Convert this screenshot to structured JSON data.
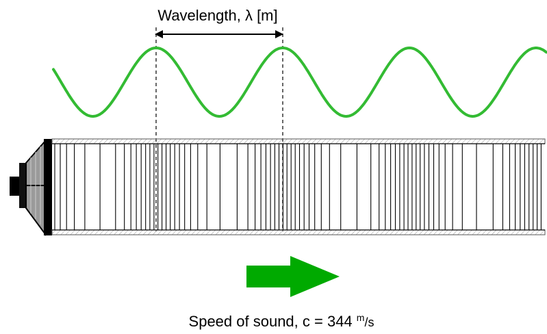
{
  "title": {
    "wavelength_label": "Wavelength, λ [m]"
  },
  "speed": {
    "prefix": "Speed of sound, c = 344 ",
    "unit_numerator": "m",
    "unit_denominator": "/s"
  },
  "colors": {
    "wave": "#33bb33",
    "arrow": "#00aa00",
    "ink": "#000000",
    "speaker_cone": "#888888",
    "pipe_hatch": "#999999"
  },
  "icons": {
    "speaker": "loudspeaker-icon",
    "direction": "right-arrow-icon"
  }
}
